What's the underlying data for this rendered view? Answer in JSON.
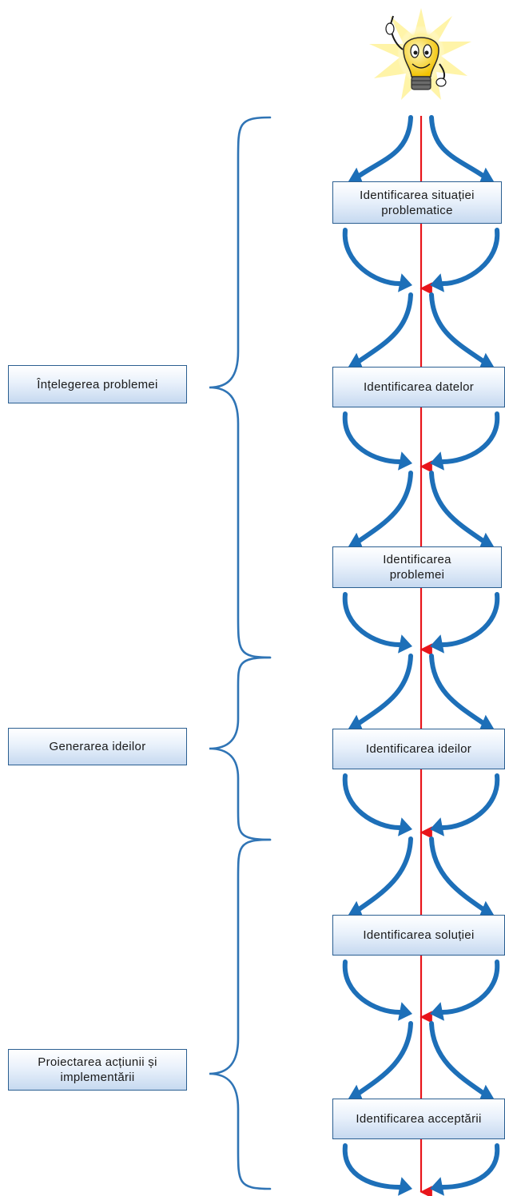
{
  "colors": {
    "arrow": "#1d6fb8",
    "main_line": "#e8151b",
    "brace": "#2f74b5",
    "box_border": "#2b5f91",
    "bulb_burst": "#fff2a0"
  },
  "icons": {
    "mascot": "lightbulb-mascot-icon"
  },
  "steps": [
    {
      "label": "Identificarea situației\nproblematice"
    },
    {
      "label": "Identificarea datelor"
    },
    {
      "label": "Identificarea\nproblemei"
    },
    {
      "label": "Identificarea ideilor"
    },
    {
      "label": "Identificarea soluției"
    },
    {
      "label": "Identificarea acceptării"
    }
  ],
  "phases": [
    {
      "label": "Înțelegerea problemei"
    },
    {
      "label": "Generarea ideilor"
    },
    {
      "label": "Proiectarea acțiunii și\nimplementării"
    }
  ]
}
